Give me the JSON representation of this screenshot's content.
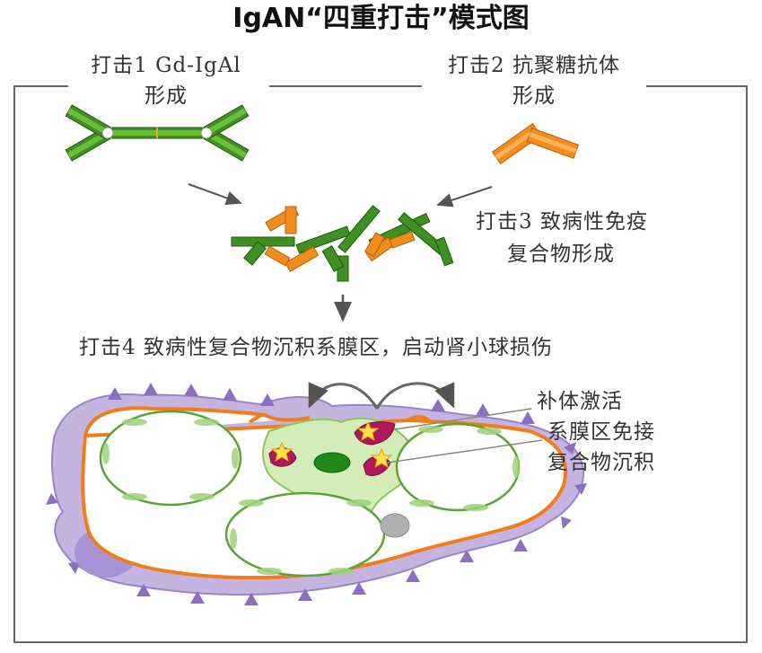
{
  "title": "IgAN“四重打击”模式图",
  "hits": {
    "hit1_line1": "打击1 Gd-IgAl",
    "hit1_line2": "形成",
    "hit2_line1": "打击2 抗聚糖抗体",
    "hit2_line2": "形成",
    "hit3_line1": "打击3 致病性免疫",
    "hit3_line2": "复合物形成",
    "hit4": "打击4 致病性复合物沉积系膜区，启动肾小球损伤"
  },
  "annotations": {
    "complement": "补体激活",
    "deposit_line1": "系膜区免接",
    "deposit_line2": "复合物沉积"
  },
  "colors": {
    "iga_green": "#4a9a2c",
    "antibody_orange": "#f28c1e",
    "glomerulus_purple": "#b9a6d8",
    "basement_orange": "#f07d1a",
    "mesangium_green": "#cfe6b0",
    "frame": "#555555"
  }
}
